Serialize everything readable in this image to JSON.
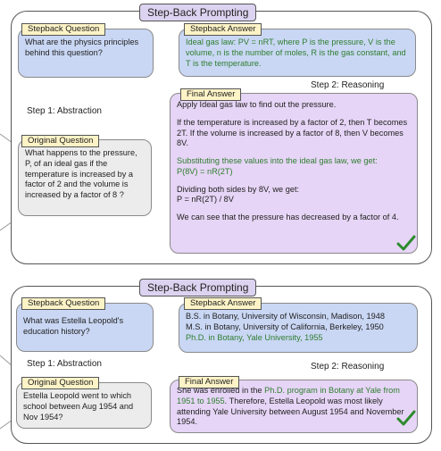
{
  "panel1": {
    "title": "Step-Back Prompting",
    "stepback_question_label": "Stepback Question",
    "stepback_question": "What are the physics principles behind this question?",
    "stepback_answer_label": "Stepback Answer",
    "stepback_answer": "Ideal gas law: PV = nRT, where P is the pressure, V is the volume, n is the number of moles, R is the gas constant, and T is the temperature.",
    "step1": "Step 1: Abstraction",
    "step2": "Step 2: Reasoning",
    "original_question_label": "Original Question",
    "original_question": "What happens to the pressure, P, of an ideal gas if the temperature is increased by a factor of 2 and the volume is increased by a factor of 8 ?",
    "final_answer_label": "Final Answer",
    "final_answer": {
      "line1": "Apply Ideal gas law to find out the pressure.",
      "line2": "If the temperature is increased by a factor of 2, then T becomes 2T. If the volume is increased by a factor of 8, then V becomes 8V.",
      "line3": "Substituting these values into the ideal gas law, we get:",
      "line4": "P(8V) = nR(2T)",
      "line5": "Dividing both sides by 8V, we get:",
      "line6": "P = nR(2T) / 8V",
      "line7": "We can see that the pressure has decreased by a factor of 4."
    }
  },
  "panel2": {
    "title": "Step-Back Prompting",
    "stepback_question_label": "Stepback Question",
    "stepback_question": "What was Estella Leopold's education history?",
    "stepback_answer_label": "Stepback Answer",
    "stepback_answer": {
      "line1": "B.S. in Botany, University of Wisconsin, Madison, 1948",
      "line2": "M.S. in Botany, University of California, Berkeley, 1950",
      "line3": "Ph.D. in Botany, Yale University, 1955"
    },
    "step1": "Step 1: Abstraction",
    "step2": "Step 2: Reasoning",
    "original_question_label": "Original Question",
    "original_question": "Estella Leopold went to which school between Aug 1954 and Nov 1954?",
    "final_answer_label": "Final Answer",
    "final_answer": {
      "part1": "She was enrolled in the ",
      "part2": "Ph.D. program in Botany at Yale from 1951 to 1955",
      "part3": ". Therefore, Estella Leopold was most likely attending Yale University between August 1954 and November 1954."
    }
  },
  "colors": {
    "title_bg": "#dcd3f0",
    "question_blue": "#c9d7f4",
    "original_gray": "#ececec",
    "answer_purple": "#e6d5f6",
    "label_yellow": "#fdf3c6",
    "highlight_green": "#2f7d2f",
    "arrow_purple": "#c040c0",
    "arrow_blue": "#7b9fd6"
  },
  "icons": [
    "checkmark-icon"
  ]
}
